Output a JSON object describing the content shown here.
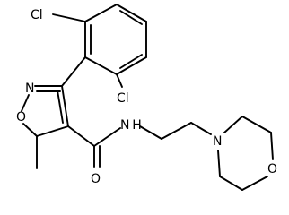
{
  "molecule": {
    "atoms": {
      "cl_top": "Cl",
      "cl_bottom": "Cl",
      "ring_n": "N",
      "ring_o": "O",
      "carbonyl_o": "O",
      "amide_nh": "N H",
      "morpholine_n": "N",
      "morpholine_o": "O"
    }
  }
}
